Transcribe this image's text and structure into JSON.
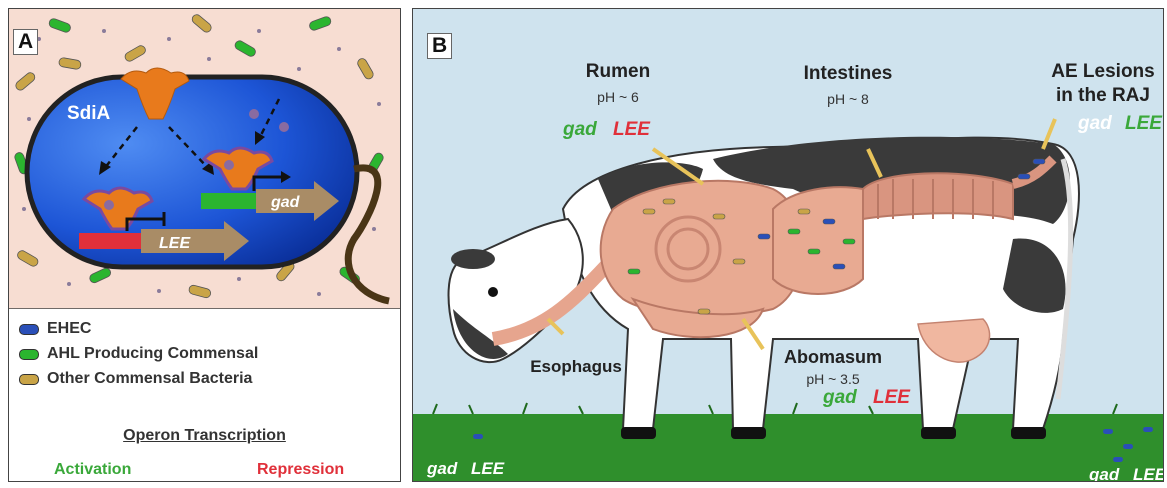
{
  "panel_a": {
    "tag": "A",
    "sdia_label": "SdiA",
    "lee_label": "LEE",
    "gad_label": "gad",
    "legend": [
      {
        "label": "EHEC",
        "color": "#2a4fb8"
      },
      {
        "label": "AHL Producing Commensal",
        "color": "#2bb52f"
      },
      {
        "label": "Other Commensal Bacteria",
        "color": "#c9a447"
      }
    ],
    "operon_title": "Operon Transcription",
    "activation": "Activation",
    "repression": "Repression"
  },
  "panel_b": {
    "tag": "B",
    "rumen": {
      "title": "Rumen",
      "ph": "pH ~ 6",
      "gad": "gad",
      "lee": "LEE"
    },
    "intestines": {
      "title": "Intestines",
      "ph": "pH ~ 8"
    },
    "ae": {
      "title_1": "AE Lesions",
      "title_2": "in the RAJ",
      "gad": "gad",
      "lee": "LEE"
    },
    "esophagus": "Esophagus",
    "abomasum": {
      "title": "Abomasum",
      "ph": "pH ~ 3.5",
      "gad": "gad",
      "lee": "LEE"
    },
    "ground_left": {
      "gad": "gad",
      "lee": "LEE"
    },
    "ground_right": {
      "gad": "gad",
      "lee": "LEE"
    }
  },
  "colors": {
    "activation": "#3aa83a",
    "repression": "#e0303a",
    "cell_blue": "#1d55d6",
    "sdia_orange": "#e87a1c"
  }
}
